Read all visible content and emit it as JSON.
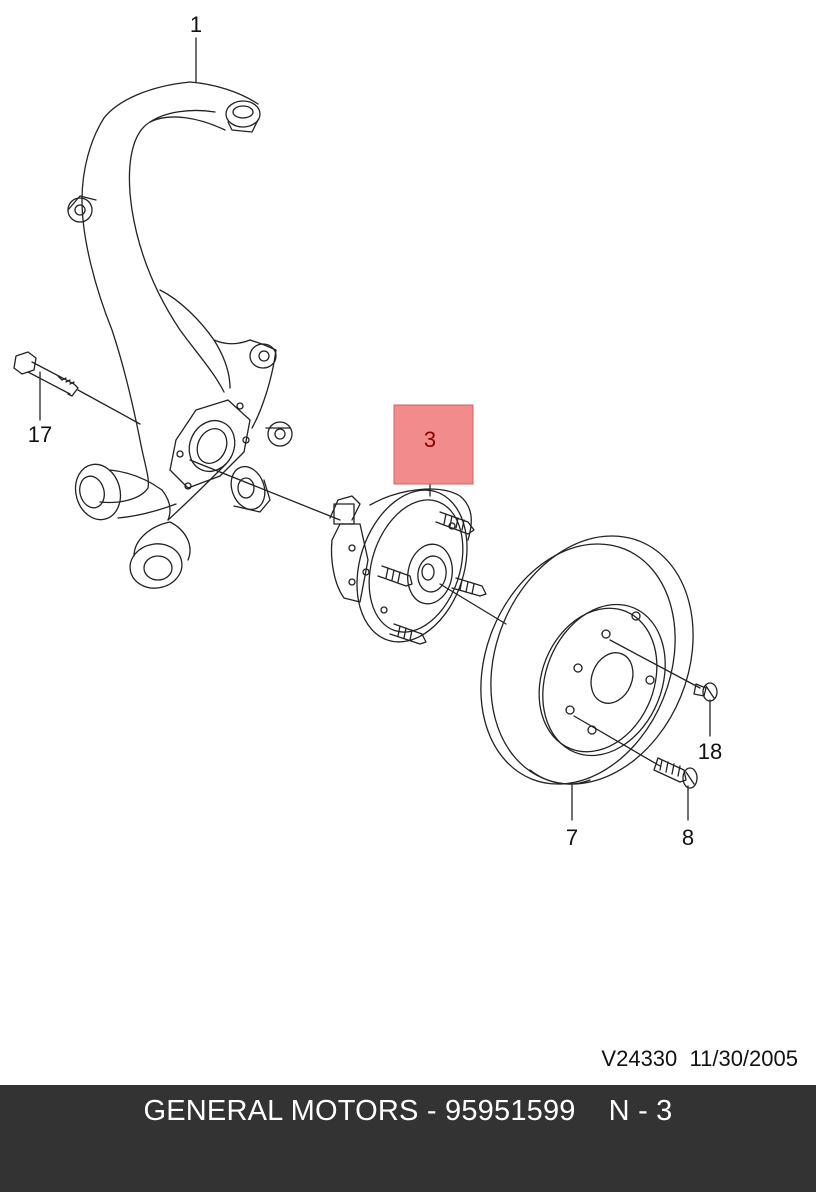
{
  "diagram": {
    "callouts": [
      {
        "id": "knuckle",
        "label": "1"
      },
      {
        "id": "hub-bearing",
        "label": "3",
        "highlighted": true
      },
      {
        "id": "brake-disc",
        "label": "7"
      },
      {
        "id": "hub-bolt",
        "label": "8"
      },
      {
        "id": "knuckle-bolt",
        "label": "17"
      },
      {
        "id": "disc-screw",
        "label": "18"
      }
    ],
    "highlight_color": "#f28b8b",
    "reference_code": "V24330",
    "date": "11/30/2005"
  },
  "footer": {
    "manufacturer": "GENERAL MOTORS",
    "separator": "-",
    "part_number": "95951599",
    "position_label": "N - 3",
    "background": "#333333"
  }
}
